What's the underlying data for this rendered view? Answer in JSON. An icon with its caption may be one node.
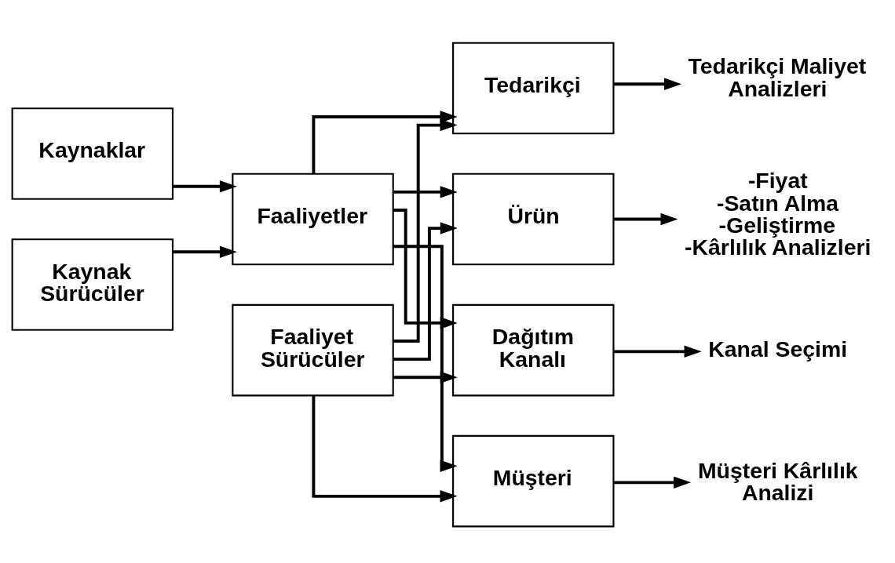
{
  "diagram": {
    "nodes": [
      {
        "text": [
          "Kaynaklar"
        ]
      },
      {
        "text": [
          "Faaliyetler"
        ]
      },
      {
        "text": [
          "Kaynak Sürücüler"
        ]
      },
      {
        "text": [
          "Faaliyet Sürücüler"
        ]
      },
      {
        "text": [
          "Tedarikçi"
        ]
      },
      {
        "text": [
          "Ürün"
        ]
      },
      {
        "text": [
          "Dağıtım Kanalı"
        ]
      },
      {
        "text": [
          "Müşteri"
        ]
      },
      {
        "text": [
          "Tedarikçi Maliyet Analizleri"
        ]
      },
      {
        "text": [
          "-Fiyat",
          "-Satın Alma",
          "-Geliştirme",
          "-Kârlılık Analizleri"
        ]
      },
      {
        "text": [
          "Kanal Seçimi"
        ]
      },
      {
        "text": [
          "Müşteri Kârlılık Analizi"
        ]
      }
    ],
    "edges": [
      {
        "from": 0,
        "to": 1,
        "arrow": "to"
      },
      {
        "from": 2,
        "to": 1,
        "arrow": "to"
      },
      {
        "from": 1,
        "to": 4,
        "arrow": "to"
      },
      {
        "from": 1,
        "to": 5,
        "arrow": "to"
      },
      {
        "from": 1,
        "to": 6,
        "arrow": "to"
      },
      {
        "from": 1,
        "to": 7,
        "arrow": "to"
      },
      {
        "from": 3,
        "to": 4,
        "arrow": "to"
      },
      {
        "from": 3,
        "to": 5,
        "arrow": "to"
      },
      {
        "from": 3,
        "to": 6,
        "arrow": "to"
      },
      {
        "from": 3,
        "to": 7,
        "arrow": "to"
      },
      {
        "from": 4,
        "to": 8,
        "arrow": "to"
      },
      {
        "from": 5,
        "to": 9,
        "arrow": "to"
      },
      {
        "from": 6,
        "to": 10,
        "arrow": "to"
      },
      {
        "from": 7,
        "to": 11,
        "arrow": "to"
      }
    ]
  }
}
